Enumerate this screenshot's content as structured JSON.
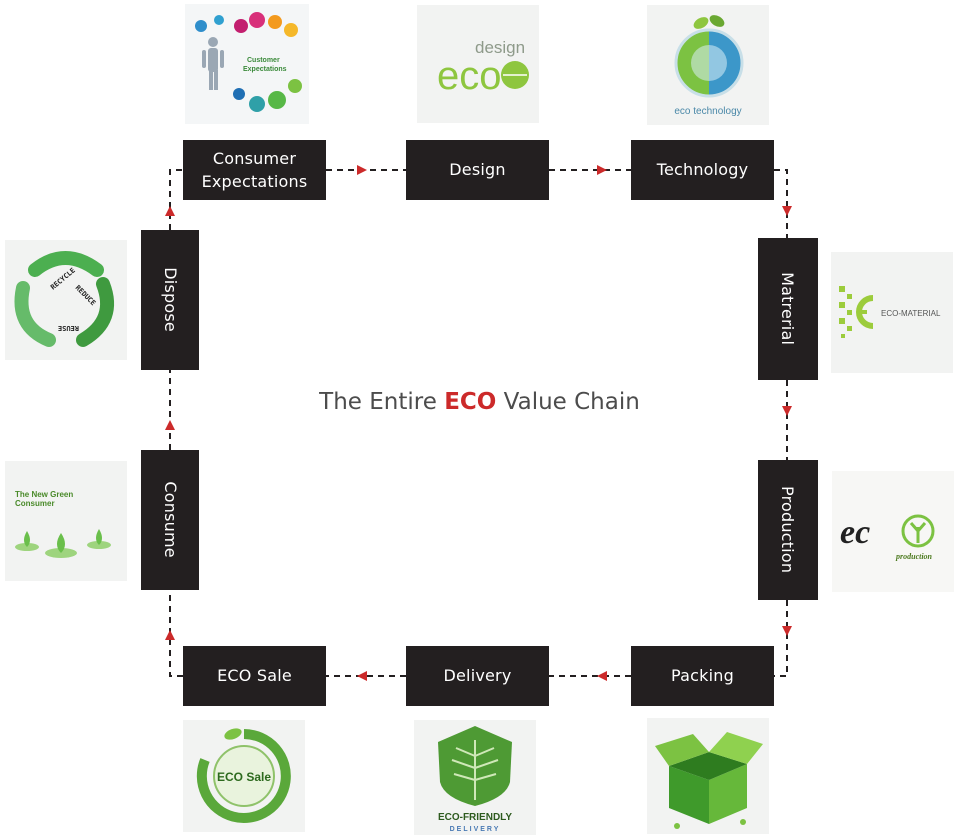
{
  "title": {
    "prefix": "The Entire",
    "highlight": "ECO",
    "suffix": "Value Chain"
  },
  "colors": {
    "node_bg": "#231f20",
    "node_text": "#ffffff",
    "arrow": "#cc2a2a",
    "accent_green": "#5aa83a"
  },
  "nodes": {
    "consumer_expectations": {
      "line1": "Consumer",
      "line2": "Expectations"
    },
    "design": "Design",
    "technology": "Technology",
    "material": "Matrerial",
    "production": "Production",
    "packing": "Packing",
    "delivery": "Delivery",
    "eco_sale": "ECO Sale",
    "consume": "Consume",
    "dispose": "Dispose"
  },
  "thumbnails": {
    "customer_expectations": {
      "line1": "Customer",
      "line2": "Expectations"
    },
    "design": {
      "small": "design",
      "big": "eco"
    },
    "technology": {
      "caption": "eco technology"
    },
    "material": {
      "caption": "ECO-MATERIAL"
    },
    "production": {
      "big": "ec",
      "caption": "production"
    },
    "packing": {
      "icon": "green-box-icon"
    },
    "delivery": {
      "line1": "ECO-FRIENDLY",
      "line2": "DELIVERY"
    },
    "eco_sale": {
      "caption": "ECO Sale"
    },
    "consumer": {
      "line1": "The New Green",
      "line2": "Consumer"
    },
    "dispose": {
      "w1": "RECYCLE",
      "w2": "REDUCE",
      "w3": "REUSE"
    }
  }
}
